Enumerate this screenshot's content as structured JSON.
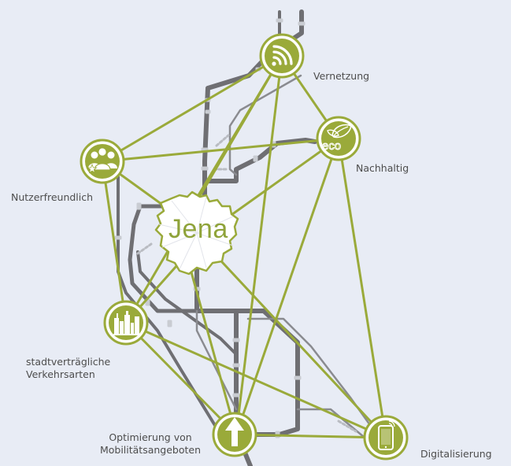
{
  "center_label": "Jena",
  "nodes": [
    {
      "id": "vernetzung",
      "label": "Vernetzung",
      "icon": "wifi-icon"
    },
    {
      "id": "nachhaltig",
      "label": "Nachhaltig",
      "icon": "eco-leaf-icon",
      "icon_text": "eco"
    },
    {
      "id": "nutzerfreundlich",
      "label": "Nutzerfreundlich",
      "icon": "users-icon"
    },
    {
      "id": "stadtvertraeglich",
      "label_lines": [
        "stadtverträgliche",
        "Verkehrsarten"
      ],
      "icon": "city-buildings-icon"
    },
    {
      "id": "optimierung",
      "label_lines": [
        "Optimierung von",
        "Mobilitätsangeboten"
      ],
      "icon": "arrow-up-icon"
    },
    {
      "id": "digitalisierung",
      "label": "Digitalisierung",
      "icon": "smartphone-icon"
    }
  ],
  "colors": {
    "background": "#e8ecf5",
    "accent": "#9aaa3a",
    "track": "#6f6f73",
    "track_light": "#b9bcc2",
    "label": "#4d4d4d"
  }
}
